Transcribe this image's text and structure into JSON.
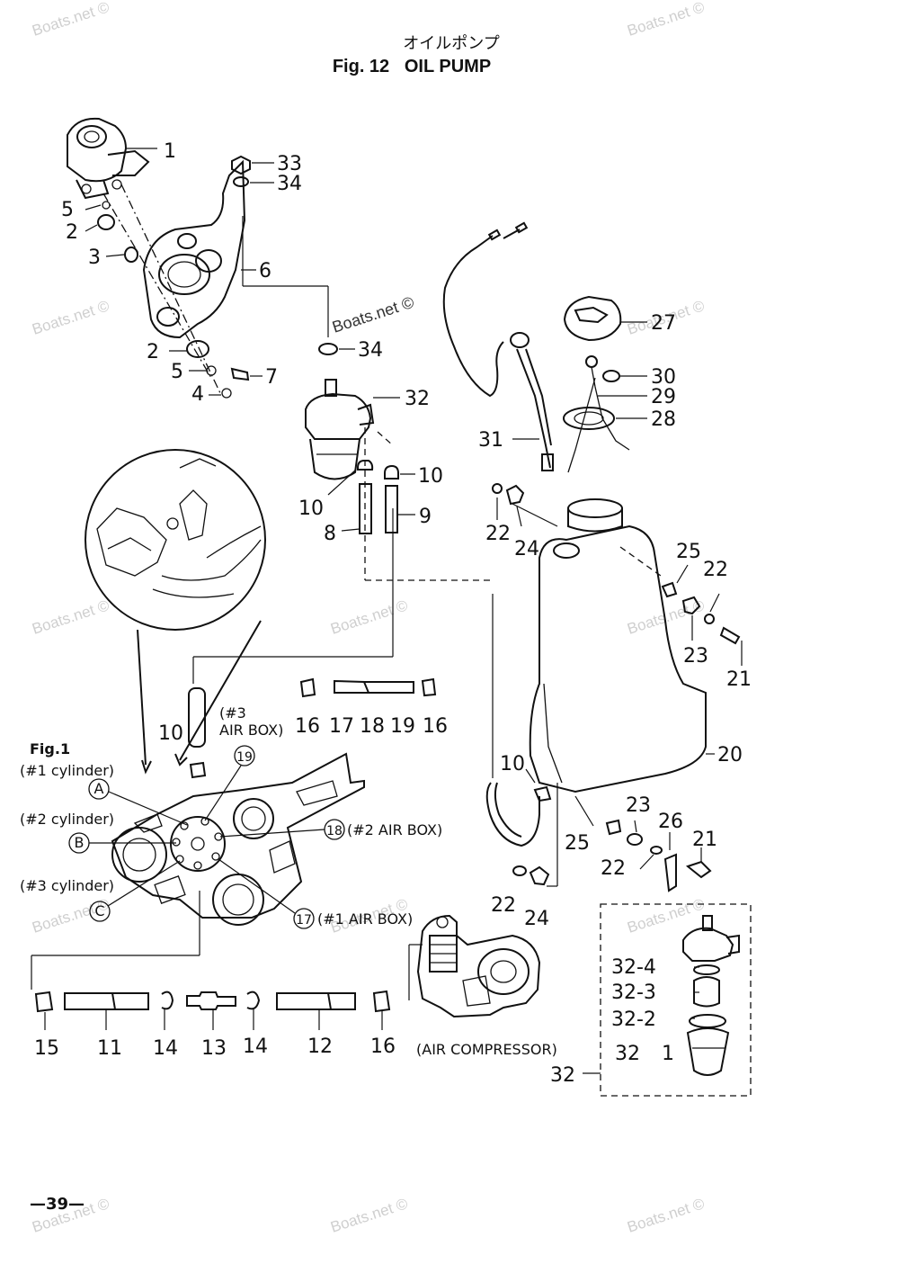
{
  "title": {
    "japanese": "オイルポンプ",
    "english": "Fig. 12   OIL PUMP"
  },
  "watermark": "Boats.net ©",
  "page_number": "—39—",
  "inset_labels": {
    "fig": "Fig.1",
    "cyl1": "(#1 cylinder)",
    "cyl2": "(#2 cylinder)",
    "cyl3": "(#3 cylinder)",
    "air_box_3_line1": "(#3",
    "air_box_3_line2": "AIR BOX)",
    "air_box_2": "(#2 AIR BOX)",
    "air_box_1": "(#1 AIR BOX)",
    "air_compressor": "(AIR COMPRESSOR)",
    "circle_a": "A",
    "circle_b": "B",
    "circle_c": "C",
    "circle_17": "17",
    "circle_18": "18",
    "circle_19": "19"
  },
  "callouts": {
    "p1": "1",
    "p2a": "2",
    "p2b": "2",
    "p3": "3",
    "p4": "4",
    "p5a": "5",
    "p5b": "5",
    "p6": "6",
    "p7": "7",
    "p8": "8",
    "p9": "9",
    "p10a": "10",
    "p10b": "10",
    "p10c": "10",
    "p10d": "10",
    "p11": "11",
    "p12": "12",
    "p13": "13",
    "p14a": "14",
    "p14b": "14",
    "p15": "15",
    "p16a": "16",
    "p16b": "16",
    "p16c": "16",
    "p17": "17",
    "p18": "18",
    "p19": "19",
    "p20": "20",
    "p21a": "21",
    "p21b": "21",
    "p22a": "22",
    "p22b": "22",
    "p22c": "22",
    "p22d": "22",
    "p23a": "23",
    "p23b": "23",
    "p24a": "24",
    "p24b": "24",
    "p25a": "25",
    "p25b": "25",
    "p26": "26",
    "p27": "27",
    "p28": "28",
    "p29": "29",
    "p30": "30",
    "p31": "31",
    "p32": "32",
    "p32b": "32",
    "p32c": "32",
    "p32_1": "1",
    "p32_2": "32-2",
    "p32_3": "32-3",
    "p32_4": "32-4",
    "p33": "33",
    "p34a": "34",
    "p34b": "34"
  }
}
